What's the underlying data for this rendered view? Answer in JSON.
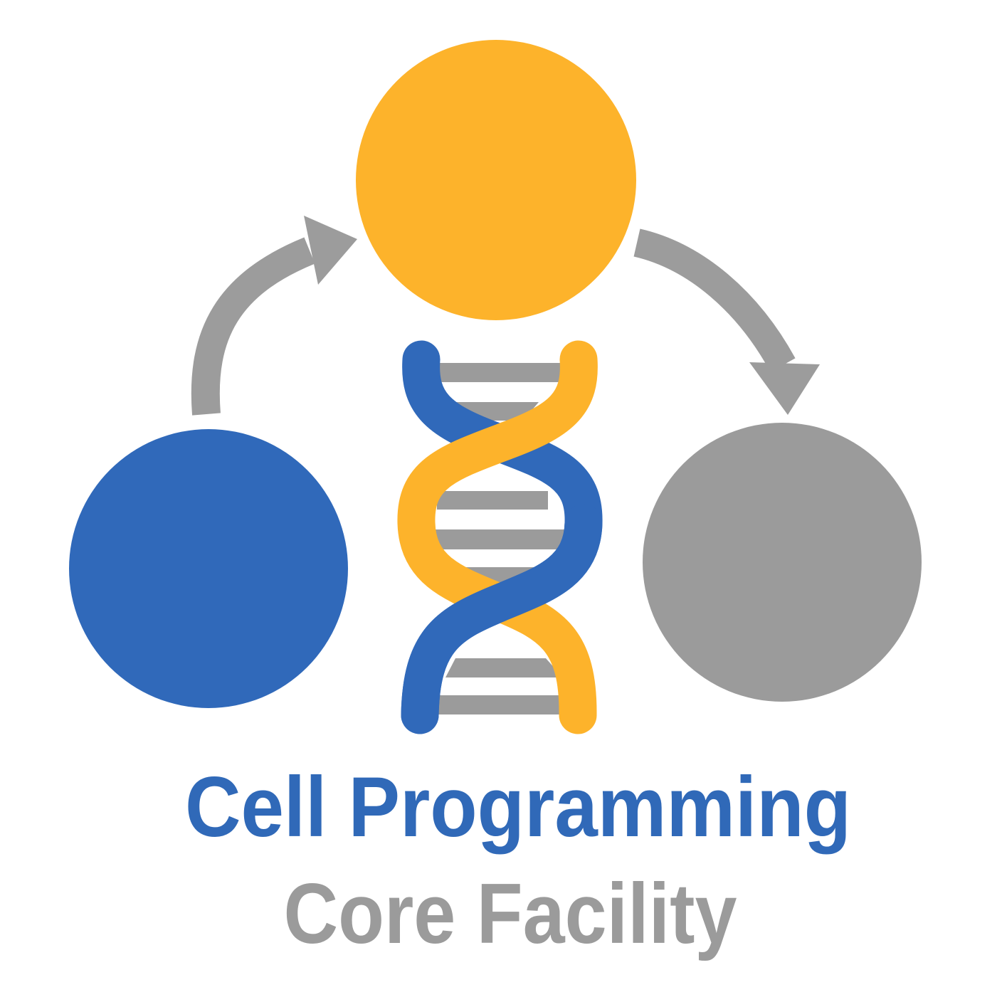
{
  "logo": {
    "title_line1": "Cell Programming",
    "title_line2": "Core Facility"
  },
  "colors": {
    "node_yellow": "#FDB32B",
    "node_blue": "#3069BA",
    "node_gray": "#9B9B9B",
    "arrow_gray": "#9C9C9C",
    "rung_gray": "#9B9B9B",
    "strand_blue": "#3069BA",
    "strand_yellow": "#FDB32B",
    "title_blue": "#3069B8",
    "title_gray": "#9B9B9B",
    "background": "#FFFFFF"
  },
  "diagram": {
    "center_icon": "dna-helix",
    "nodes": [
      {
        "id": "top",
        "shape": "circle",
        "color": "#FDB32B"
      },
      {
        "id": "left",
        "shape": "circle",
        "color": "#3069BA"
      },
      {
        "id": "right",
        "shape": "circle",
        "color": "#9B9B9B"
      }
    ],
    "arrows": [
      {
        "from": "left",
        "to": "top"
      },
      {
        "from": "top",
        "to": "right"
      }
    ]
  }
}
